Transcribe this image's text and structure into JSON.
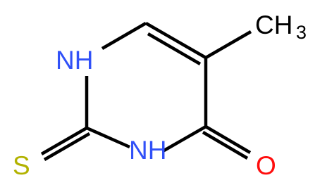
{
  "diagram": {
    "atoms": [
      {
        "id": "N1",
        "text": "NH",
        "color": "#3050F8",
        "type": "atom"
      },
      {
        "id": "N3",
        "text": "NH",
        "color": "#3050F8",
        "type": "atom"
      },
      {
        "id": "S",
        "text": "S",
        "color": "#B2B200",
        "type": "atom"
      },
      {
        "id": "O",
        "text": "O",
        "color": "#FF0D0D",
        "type": "atom"
      },
      {
        "id": "CH3",
        "text": "CH",
        "subscript": "3",
        "color": "#000000",
        "type": "group"
      }
    ],
    "bonds": [
      {
        "from": "C2",
        "to": "N1",
        "order": 1
      },
      {
        "from": "N1",
        "to": "C6",
        "order": 1
      },
      {
        "from": "C6",
        "to": "C5",
        "order": 2
      },
      {
        "from": "C5",
        "to": "CH3",
        "order": 1
      },
      {
        "from": "C5",
        "to": "C4",
        "order": 1
      },
      {
        "from": "C4",
        "to": "N3",
        "order": 1
      },
      {
        "from": "N3",
        "to": "C2",
        "order": 1
      },
      {
        "from": "C4",
        "to": "O",
        "order": 2
      },
      {
        "from": "C2",
        "to": "S",
        "order": 2
      }
    ]
  }
}
